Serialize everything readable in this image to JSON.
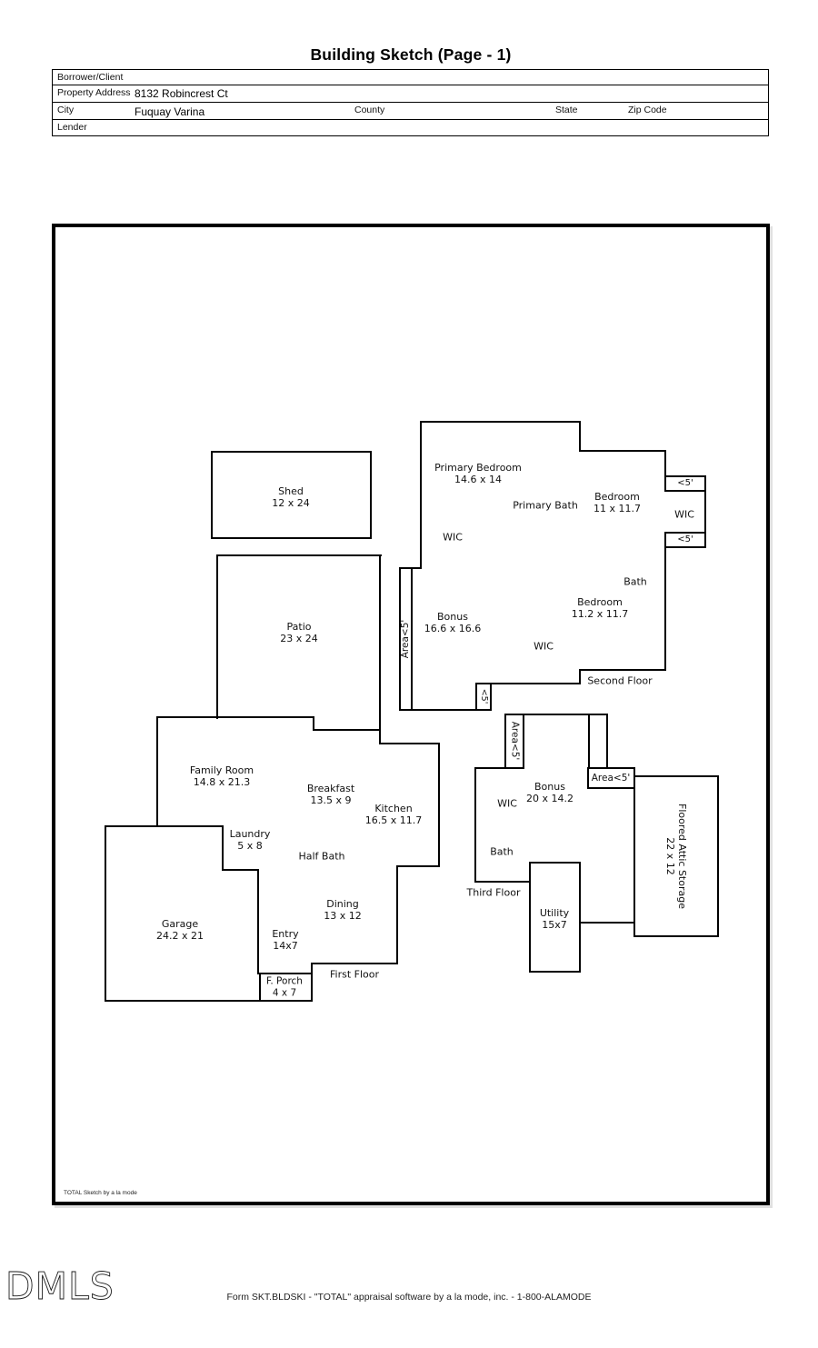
{
  "title": "Building Sketch (Page - 1)",
  "table": {
    "rows": [
      {
        "label": "Borrower/Client",
        "value": ""
      },
      {
        "label": "Property Address",
        "value": "8132 Robincrest Ct"
      },
      {
        "label": "City",
        "value": "Fuquay Varina",
        "county_label": "County",
        "state_label": "State",
        "zip_label": "Zip Code"
      },
      {
        "label": "Lender",
        "value": ""
      }
    ]
  },
  "sketch": {
    "note": "TOTAL Sketch by a la mode",
    "labels": {
      "shed": {
        "name": "Shed",
        "dims": "12 x 24"
      },
      "patio": {
        "name": "Patio",
        "dims": "23 x 24"
      },
      "primary_bedroom": {
        "name": "Primary Bedroom",
        "dims": "14.6 x 14"
      },
      "primary_bath": {
        "name": "Primary Bath"
      },
      "bedroom1": {
        "name": "Bedroom",
        "dims": "11 x 11.7"
      },
      "wic_left": {
        "name": "WIC"
      },
      "lt5_top": {
        "name": "<5'"
      },
      "wic_right": {
        "name": "WIC"
      },
      "lt5_bottom": {
        "name": "<5'"
      },
      "bath2": {
        "name": "Bath"
      },
      "bedroom2": {
        "name": "Bedroom",
        "dims": "11.2 x 11.7"
      },
      "bonus2": {
        "name": "Bonus",
        "dims": "16.6 x 16.6"
      },
      "wic_bonus": {
        "name": "WIC"
      },
      "second_floor": {
        "name": "Second Floor"
      },
      "area_lt5_2f": {
        "name": "Area<5'"
      },
      "lt5_small": {
        "name": "<5'"
      },
      "family_room": {
        "name": "Family Room",
        "dims": "14.8 x 21.3"
      },
      "breakfast": {
        "name": "Breakfast",
        "dims": "13.5 x 9"
      },
      "kitchen": {
        "name": "Kitchen",
        "dims": "16.5 x 11.7"
      },
      "laundry": {
        "name": "Laundry",
        "dims": "5 x 8"
      },
      "half_bath": {
        "name": "Half Bath"
      },
      "dining": {
        "name": "Dining",
        "dims": "13 x 12"
      },
      "garage": {
        "name": "Garage",
        "dims": "24.2 x 21"
      },
      "entry": {
        "name": "Entry",
        "dims": "14x7"
      },
      "first_floor": {
        "name": "First Floor"
      },
      "f_porch": {
        "name": "F. Porch",
        "dims": "4 x 7"
      },
      "area_lt5_3f": {
        "name": "Area<5'"
      },
      "bonus3": {
        "name": "Bonus",
        "dims": "20 x 14.2"
      },
      "wic3": {
        "name": "WIC"
      },
      "area_lt5_3f_h": {
        "name": "Area<5'"
      },
      "bath3": {
        "name": "Bath"
      },
      "third_floor": {
        "name": "Third Floor"
      },
      "utility": {
        "name": "Utility",
        "dims": "15x7"
      },
      "attic": {
        "name": "Floored Attic Storage",
        "dims": "22 x 12"
      }
    }
  },
  "footer": {
    "form_line": "Form SKT.BLDSKI - \"TOTAL\" appraisal software by a la mode, inc. - 1-800-ALAMODE",
    "logo_text": "DMLS"
  }
}
